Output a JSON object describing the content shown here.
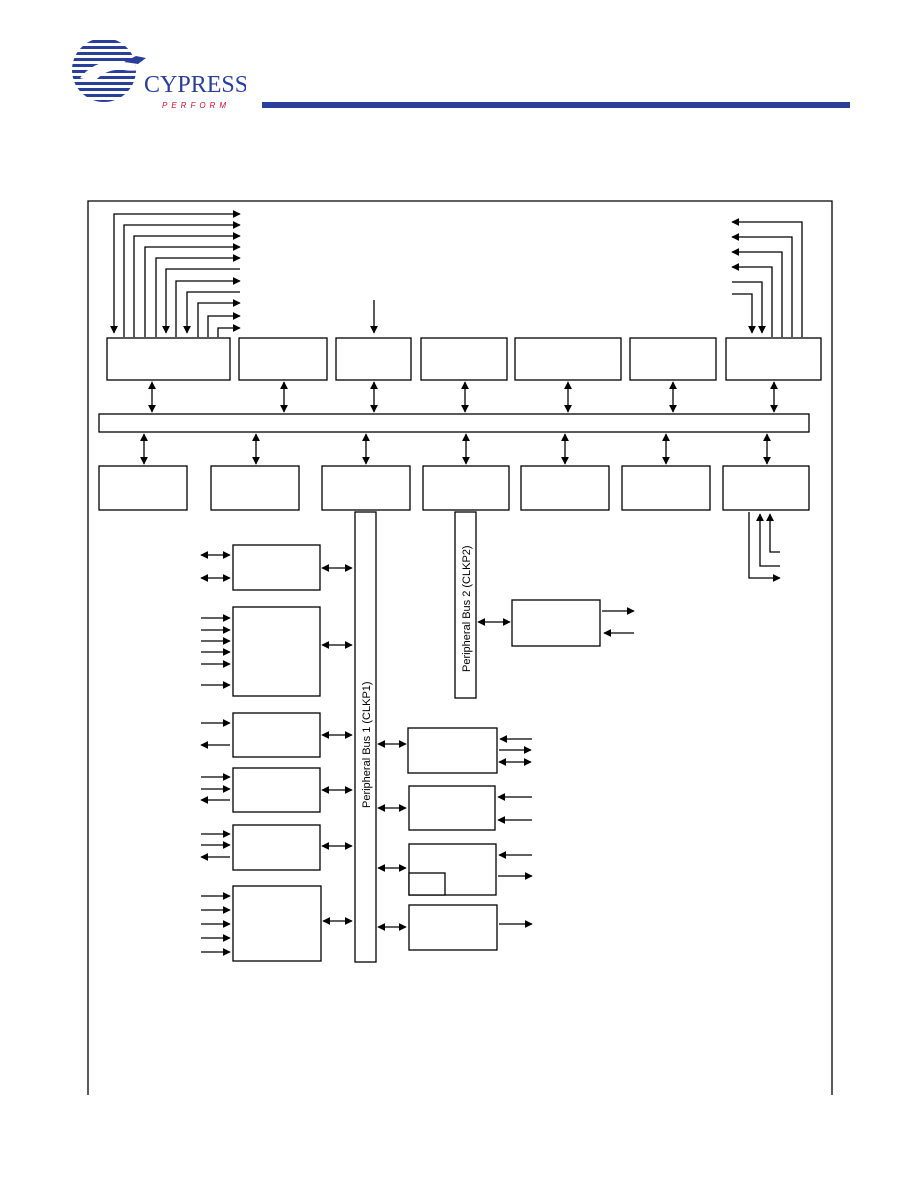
{
  "header": {
    "logo_word": "CYPRESS",
    "logo_tagline": "PERFORM",
    "brand_color": "#2a3f9a",
    "logo_accent_color": "#c8102e"
  },
  "diagram": {
    "peripheral_bus_1_label": "Peripheral Bus 1 (CLKP1)",
    "peripheral_bus_2_label": "Peripheral Bus 2 (CLKP2)"
  }
}
